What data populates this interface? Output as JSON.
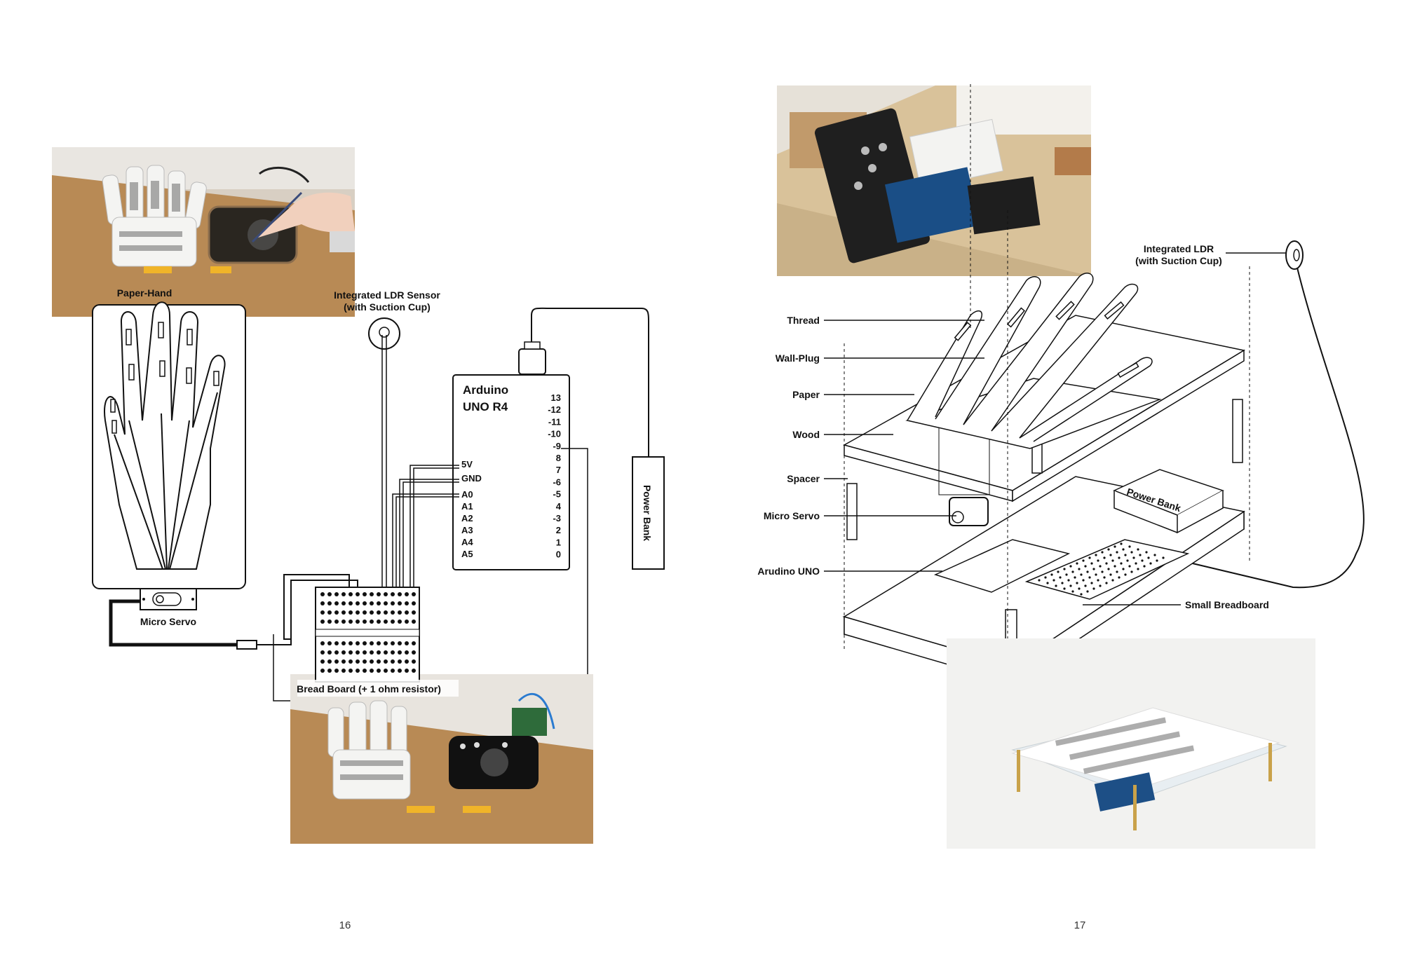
{
  "left": {
    "photo_top_caption": "Paper-Hand",
    "ldr_label_line1": "Integrated LDR Sensor",
    "ldr_label_line2": "(with Suction Cup)",
    "arduino_line1": "Arduino",
    "arduino_line2": "UNO R4",
    "pins_right": [
      "13",
      "-12",
      "-11",
      "-10",
      "-9",
      "8",
      "7",
      "-6",
      "-5",
      "4",
      "-3",
      "2",
      "1",
      "0"
    ],
    "pins_left": [
      "5V",
      "GND",
      "A0",
      "A1",
      "A2",
      "A3",
      "A4",
      "A5"
    ],
    "power_bank": "Power Bank",
    "micro_servo": "Micro Servo",
    "bread_board": "Bread Board (+ 1 ohm resistor)",
    "page_number": "16"
  },
  "right": {
    "ldr_label_line1": "Integrated LDR",
    "ldr_label_line2": "(with Suction Cup)",
    "callouts": [
      "Thread",
      "Wall-Plug",
      "Paper",
      "Wood",
      "Spacer",
      "Micro Servo",
      "Arudino UNO"
    ],
    "power_bank": "Power Bank",
    "small_breadboard": "Small Breadboard",
    "page_number": "17"
  },
  "colors": {
    "cardboard": "#b88a55",
    "photo_wall": "#e8e4de",
    "ink": "#111111"
  }
}
